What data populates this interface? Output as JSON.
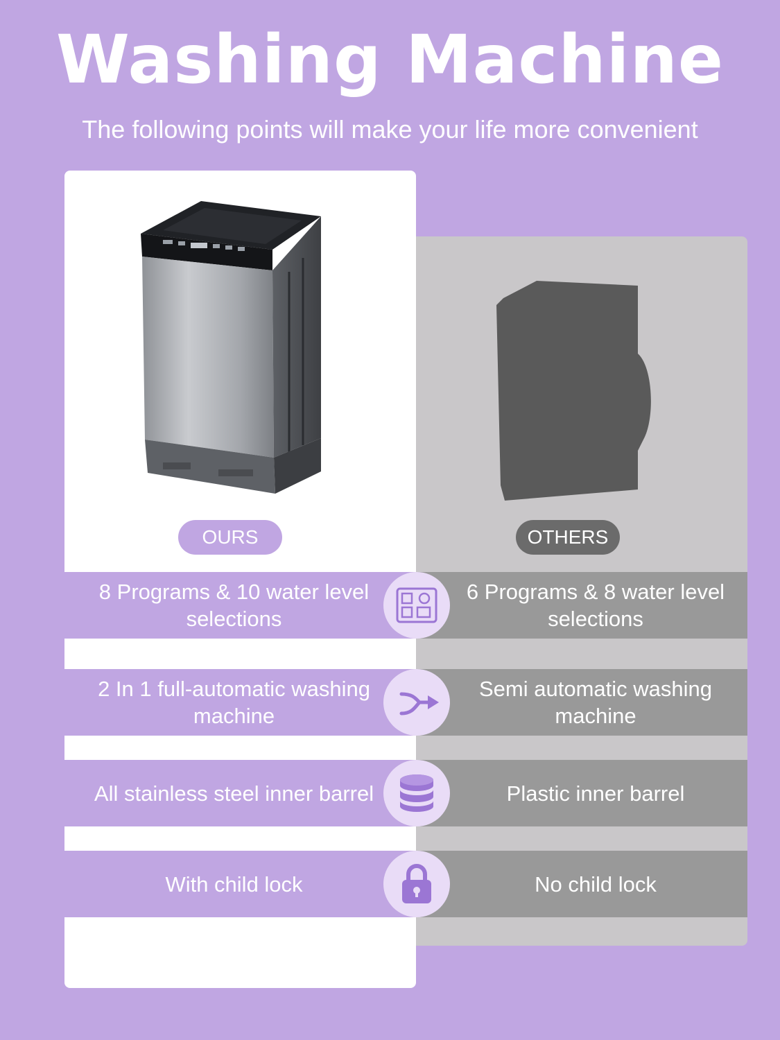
{
  "header": {
    "title": "Washing Machine",
    "subtitle": "The following points will make your life more convenient"
  },
  "labels": {
    "ours": "OURS",
    "others": "OTHERS"
  },
  "colors": {
    "background": "#c0a6e2",
    "ours_row": "#c0a6e2",
    "others_row": "#999999",
    "others_panel": "#c9c7c9",
    "others_pill": "#6b6b6b",
    "icon_circle": "#e9dcf7",
    "icon_accent": "#9b76d4"
  },
  "comparisons": [
    {
      "icon": "programs-grid-icon",
      "ours": "8 Programs & 10 water level selections",
      "others": "6 Programs & 8 water level selections"
    },
    {
      "icon": "two-in-one-arrow-icon",
      "ours": "2 In 1 full-automatic washing machine",
      "others": "Semi automatic washing machine"
    },
    {
      "icon": "stacked-layers-icon",
      "ours": "All stainless steel inner barrel",
      "others": "Plastic inner barrel"
    },
    {
      "icon": "lock-icon",
      "ours": "With child lock",
      "others": "No child lock"
    }
  ]
}
